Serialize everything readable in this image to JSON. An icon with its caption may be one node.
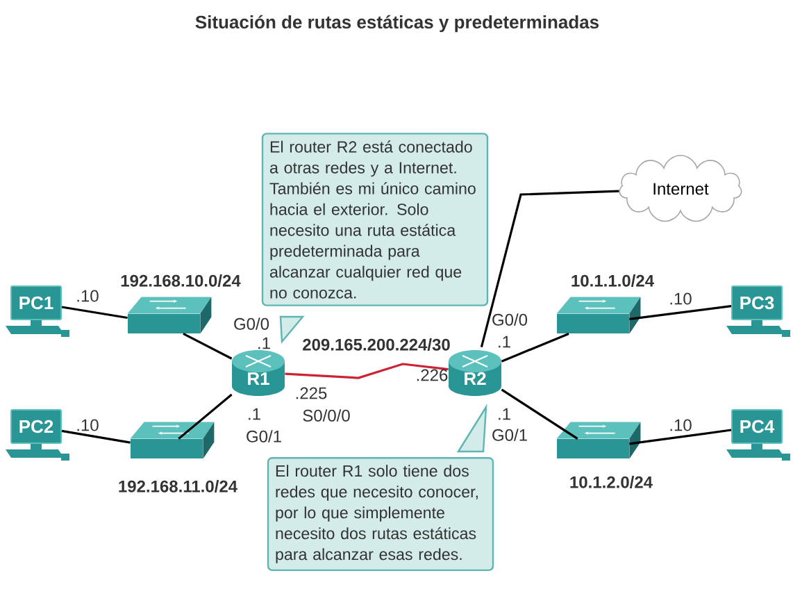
{
  "diagram": {
    "title": "Situación de rutas estáticas y predeterminadas",
    "nodes": [
      {
        "text": [
          "El router R2 está conectado a otras redes y a Internet. También es mi único camino hacia el exterior. Solo necesito una ruta estática predeterminada para alcanzar cualquier red que no conozca."
        ]
      },
      {
        "text": [
          "Internet"
        ]
      },
      {
        "text": [
          "PC1"
        ]
      },
      {
        "text": [],
        "shape": "switch"
      },
      {
        "text": [
          "R1"
        ]
      },
      {
        "text": [
          "R2"
        ]
      },
      {
        "text": [],
        "shape": "switch"
      },
      {
        "text": [
          "PC3"
        ]
      },
      {
        "text": [
          "PC2"
        ]
      },
      {
        "text": [],
        "shape": "switch"
      },
      {
        "text": [],
        "shape": "switch"
      },
      {
        "text": [
          "PC4"
        ]
      },
      {
        "text": [
          "El router R1 solo tiene dos redes que necesito conocer, por lo que simplemente necesito dos rutas estáticas para alcanzar esas redes."
        ]
      }
    ],
    "edges": [
      {
        "from": 2,
        "to": 3,
        "arrow": "none"
      },
      {
        "from": 3,
        "to": 4,
        "arrow": "none"
      },
      {
        "from": 8,
        "to": 9,
        "arrow": "none"
      },
      {
        "from": 9,
        "to": 4,
        "arrow": "none"
      },
      {
        "from": 4,
        "to": 5,
        "arrow": "none",
        "color": "#cc2233"
      },
      {
        "from": 5,
        "to": 1,
        "arrow": "none"
      },
      {
        "from": 5,
        "to": 6,
        "arrow": "none"
      },
      {
        "from": 6,
        "to": 7,
        "arrow": "none"
      },
      {
        "from": 5,
        "to": 10,
        "arrow": "none"
      },
      {
        "from": 10,
        "to": 11,
        "arrow": "none"
      }
    ],
    "labels": [
      "192.168.10.0/24",
      ".10",
      "10.1.1.0/24",
      ".10",
      "G0/0",
      "G0/0",
      ".1",
      "209.165.200.224/30",
      ".1",
      ".225",
      ".226",
      "S0/0/0",
      ".10",
      ".1",
      ".1",
      ".10",
      "G0/1",
      "G0/1",
      "192.168.11.0/24",
      "10.1.2.0/24"
    ]
  }
}
